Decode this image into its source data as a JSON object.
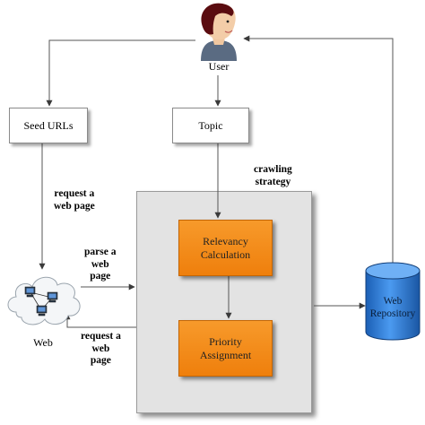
{
  "nodes": {
    "user": "User",
    "seed_urls": "Seed URLs",
    "topic": "Topic",
    "relevancy": [
      "Relevancy",
      "Calculation"
    ],
    "priority": [
      "Priority",
      "Assignment"
    ],
    "web": "Web",
    "repository": [
      "Web",
      "Repository"
    ]
  },
  "edge_labels": {
    "crawling_strategy": [
      "crawling",
      "strategy"
    ],
    "request_top": [
      "request a",
      "web page"
    ],
    "parse": [
      "parse a",
      "web",
      "page"
    ],
    "request_bottom": [
      "request a",
      "web",
      "page"
    ]
  },
  "colors": {
    "process_fill": "#f39020",
    "panel_fill": "#e3e3e3",
    "repository_fill": "#2a79d6"
  },
  "icons": [
    "user-avatar-icon",
    "network-cloud-icon",
    "database-cylinder-icon"
  ]
}
